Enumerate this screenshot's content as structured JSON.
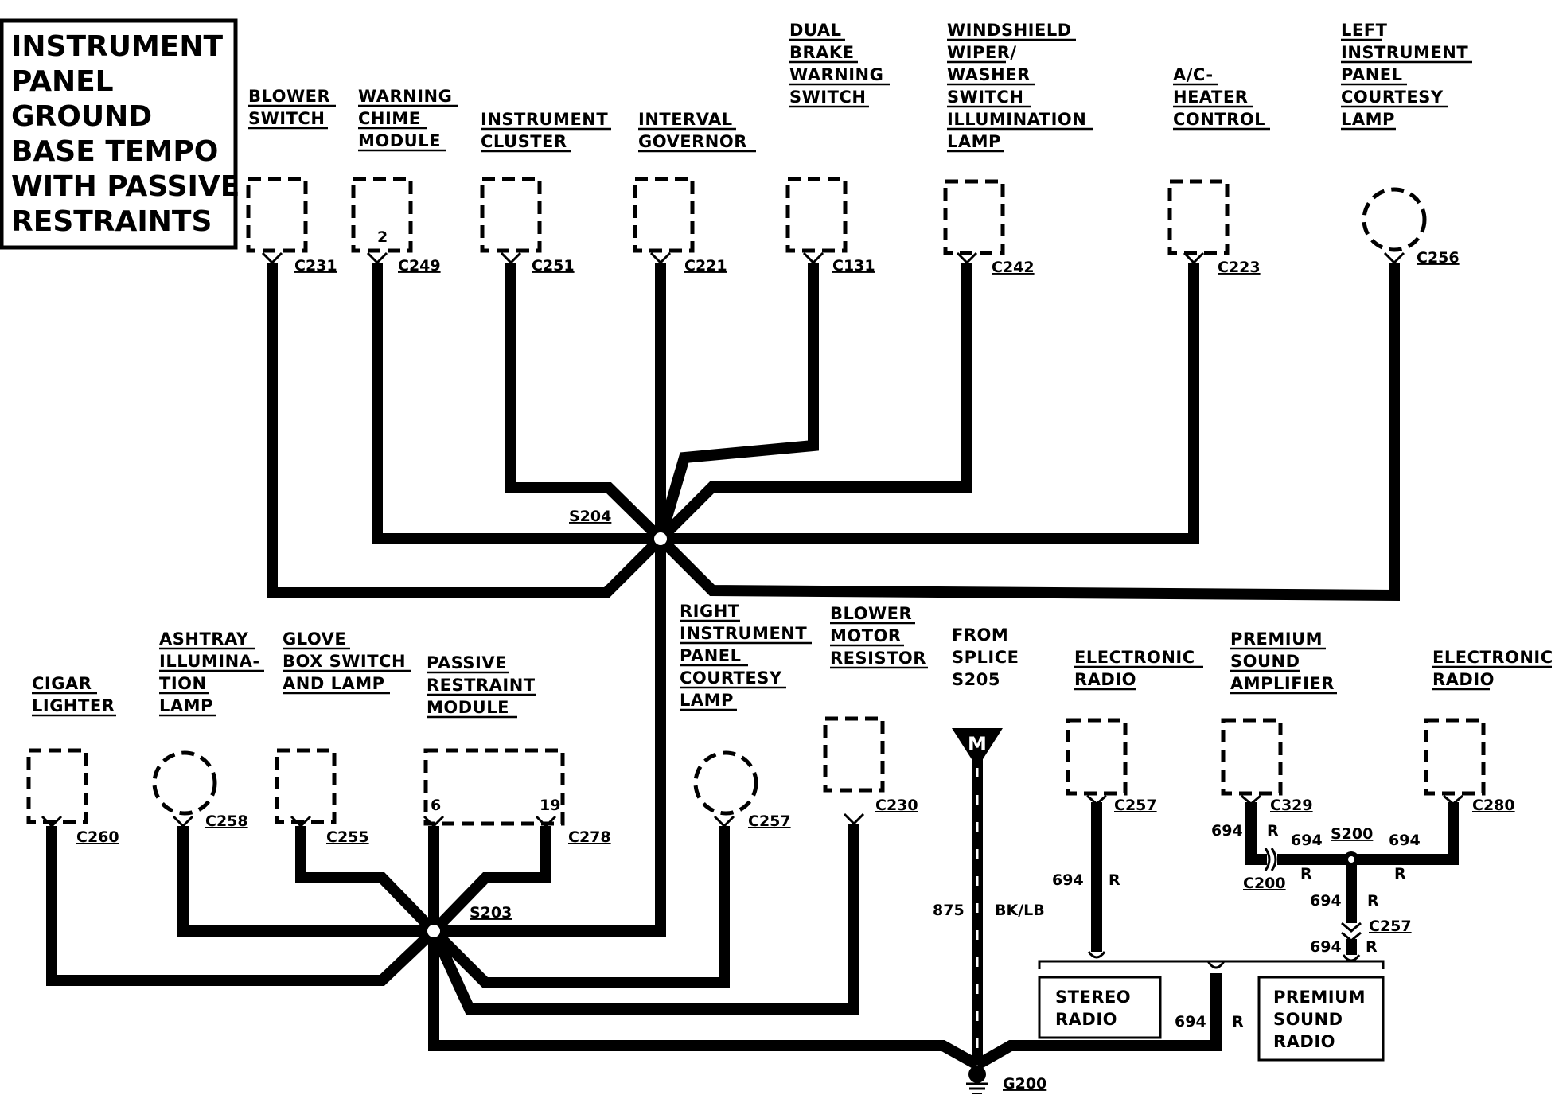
{
  "title": [
    "INSTRUMENT",
    "PANEL",
    "GROUND",
    "BASE TEMPO",
    "WITH PASSIVE",
    "RESTRAINTS"
  ],
  "components": {
    "blower_switch": {
      "label": [
        "BLOWER",
        "SWITCH"
      ],
      "connector": "C231"
    },
    "warning_chime": {
      "label": [
        "WARNING",
        "CHIME",
        "MODULE"
      ],
      "connector": "C249",
      "pin": "2"
    },
    "instrument_cluster": {
      "label": [
        "INSTRUMENT",
        "CLUSTER"
      ],
      "connector": "C251"
    },
    "interval_governor": {
      "label": [
        "INTERVAL",
        "GOVERNOR"
      ],
      "connector": "C221"
    },
    "dual_brake": {
      "label": [
        "DUAL",
        "BRAKE",
        "WARNING",
        "SWITCH"
      ],
      "connector": "C131"
    },
    "windshield_wiper": {
      "label": [
        "WINDSHIELD",
        "WIPER/",
        "WASHER",
        "SWITCH",
        "ILLUMINATION",
        "LAMP"
      ],
      "connector": "C242"
    },
    "ac_heater": {
      "label": [
        "A/C-",
        "HEATER",
        "CONTROL"
      ],
      "connector": "C223"
    },
    "left_courtesy": {
      "label": [
        "LEFT",
        "INSTRUMENT",
        "PANEL",
        "COURTESY",
        "LAMP"
      ],
      "connector": "C256"
    },
    "cigar_lighter": {
      "label": [
        "CIGAR",
        "LIGHTER"
      ],
      "connector": "C260"
    },
    "ashtray_lamp": {
      "label": [
        "ASHTRAY",
        "ILLUMINA-",
        "TION",
        "LAMP"
      ],
      "connector": "C258"
    },
    "glove_box": {
      "label": [
        "GLOVE",
        "BOX SWITCH",
        "AND LAMP"
      ],
      "connector": "C255"
    },
    "passive_restraint": {
      "label": [
        "PASSIVE",
        "RESTRAINT",
        "MODULE"
      ],
      "connector": "C278",
      "pins": [
        "6",
        "19"
      ]
    },
    "right_courtesy": {
      "label": [
        "RIGHT",
        "INSTRUMENT",
        "PANEL",
        "COURTESY",
        "LAMP"
      ],
      "connector": "C257"
    },
    "blower_motor_resistor": {
      "label": [
        "BLOWER",
        "MOTOR",
        "RESISTOR"
      ],
      "connector": "C230"
    },
    "from_splice": {
      "label": [
        "FROM",
        "SPLICE",
        "S205"
      ],
      "marker": "M"
    },
    "electronic_radio_1": {
      "label": [
        "ELECTRONIC",
        "RADIO"
      ],
      "connector": "C257"
    },
    "premium_amp": {
      "label": [
        "PREMIUM",
        "SOUND",
        "AMPLIFIER"
      ],
      "connector": "C329"
    },
    "electronic_radio_2": {
      "label": [
        "ELECTRONIC",
        "RADIO"
      ],
      "connector": "C280"
    },
    "stereo_radio": {
      "label": [
        "STEREO",
        "RADIO"
      ]
    },
    "premium_radio": {
      "label": [
        "PREMIUM",
        "SOUND",
        "RADIO"
      ]
    }
  },
  "splices": {
    "s204": "S204",
    "s203": "S203",
    "s200": "S200"
  },
  "ground": "G200",
  "wires": {
    "main_ground_circuit": "875",
    "main_ground_color": "BK/LB",
    "radio_circuit": "694",
    "radio_color": "R",
    "c200": "C200",
    "c257_lower": "C257"
  }
}
